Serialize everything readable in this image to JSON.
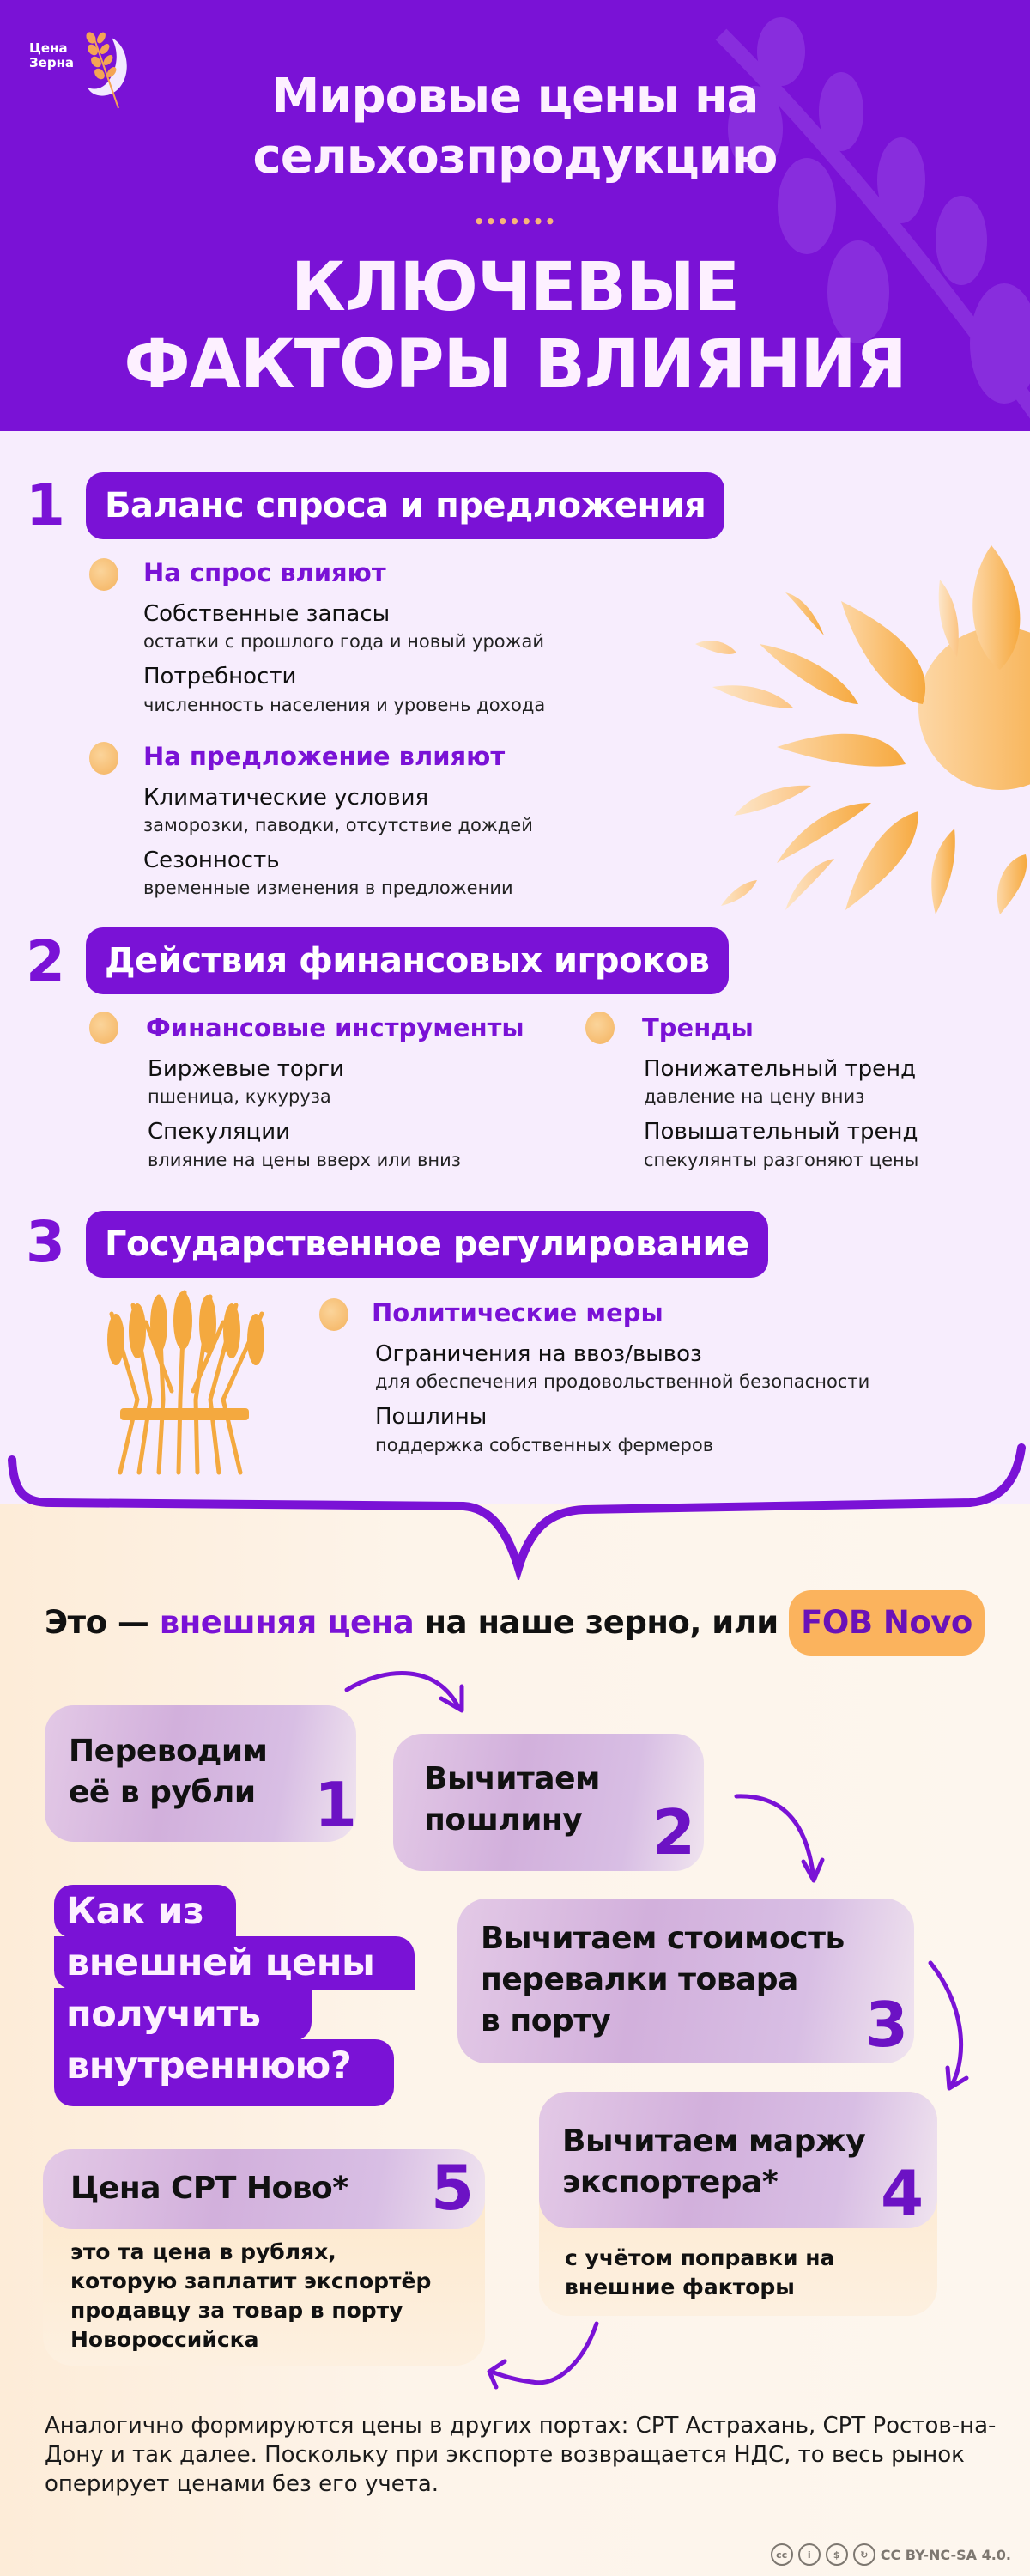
{
  "header": {
    "logo_text_line1": "Цена",
    "logo_text_line2": "Зерна",
    "title_line1": "Мировые цены на",
    "title_line2": "сельхозпродукцию",
    "divider": "•••••••",
    "subtitle_line1": "КЛЮЧЕВЫЕ",
    "subtitle_line2": "ФАКТОРЫ ВЛИЯНИЯ",
    "bg_color": "#7a12d6"
  },
  "sections": [
    {
      "number": "1",
      "title": "Баланс спроса и предложения",
      "groups": [
        {
          "heading": "На спрос влияют",
          "items": [
            {
              "title": "Собственные запасы",
              "desc": "остатки с прошлого года и новый урожай"
            },
            {
              "title": "Потребности",
              "desc": "численность населения и уровень дохода"
            }
          ]
        },
        {
          "heading": "На предложение влияют",
          "items": [
            {
              "title": "Климатические условия",
              "desc": "заморозки, паводки, отсутствие дождей"
            },
            {
              "title": "Сезонность",
              "desc": "временные изменения в предложении"
            }
          ]
        }
      ]
    },
    {
      "number": "2",
      "title": "Действия финансовых игроков",
      "groups": [
        {
          "heading": "Финансовые инструменты",
          "items": [
            {
              "title": "Биржевые торги",
              "desc": "пшеница, кукуруза"
            },
            {
              "title": "Спекуляции",
              "desc": "влияние на цены вверх или вниз"
            }
          ]
        },
        {
          "heading": "Тренды",
          "items": [
            {
              "title": "Понижательный тренд",
              "desc": "давление на цену вниз"
            },
            {
              "title": "Повышательный тренд",
              "desc": "спекулянты разгоняют цены"
            }
          ]
        }
      ]
    },
    {
      "number": "3",
      "title": "Государственное регулирование",
      "groups": [
        {
          "heading": "Политические меры",
          "items": [
            {
              "title": "Ограничения на ввоз/вывоз",
              "desc": "для обеспечения продовольственной безопасности"
            },
            {
              "title": "Пошлины",
              "desc": "поддержка собственных фермеров"
            }
          ]
        }
      ]
    }
  ],
  "fob": {
    "prefix": "Это — ",
    "highlight": "внешняя цена",
    "middle": " на наше зерно, или ",
    "badge": "FOB Novo"
  },
  "question": {
    "lines": [
      "Как из",
      "внешней цены",
      "получить",
      "внутреннюю?"
    ]
  },
  "steps": [
    {
      "number": "1",
      "lines": [
        "Переводим",
        "её в рубли"
      ]
    },
    {
      "number": "2",
      "lines": [
        "Вычитаем",
        "пошлину"
      ]
    },
    {
      "number": "3",
      "lines": [
        "Вычитаем стоимость",
        "перевалки товара",
        "в порту"
      ]
    },
    {
      "number": "4",
      "lines": [
        "Вычитаем маржу",
        "экспортера*"
      ],
      "desc_lines": [
        "с учётом поправки на",
        "внешние факторы"
      ]
    },
    {
      "number": "5",
      "lines": [
        "Цена СРТ Ново*"
      ],
      "desc_lines": [
        "это та цена в рублях,",
        "которую заплатит экспортёр",
        "продавцу за товар в порту",
        "Новороссийска"
      ]
    }
  ],
  "footnote": "Аналогично формируются цены в других портах: СРТ Астрахань, СРТ Ростов-на-Дону и так далее. Поскольку при экспорте возвращается НДС, то весь рынок оперирует ценами без его учета.",
  "license": {
    "icons": [
      "cc-icon",
      "by-icon",
      "nc-icon",
      "sa-icon"
    ],
    "text": "CC BY-NC-SA 4.0."
  },
  "colors": {
    "purple": "#7a12d6",
    "orange": "#fbb35d",
    "light_lilac": "#f7edfd",
    "cream": "#fdf3ea"
  }
}
